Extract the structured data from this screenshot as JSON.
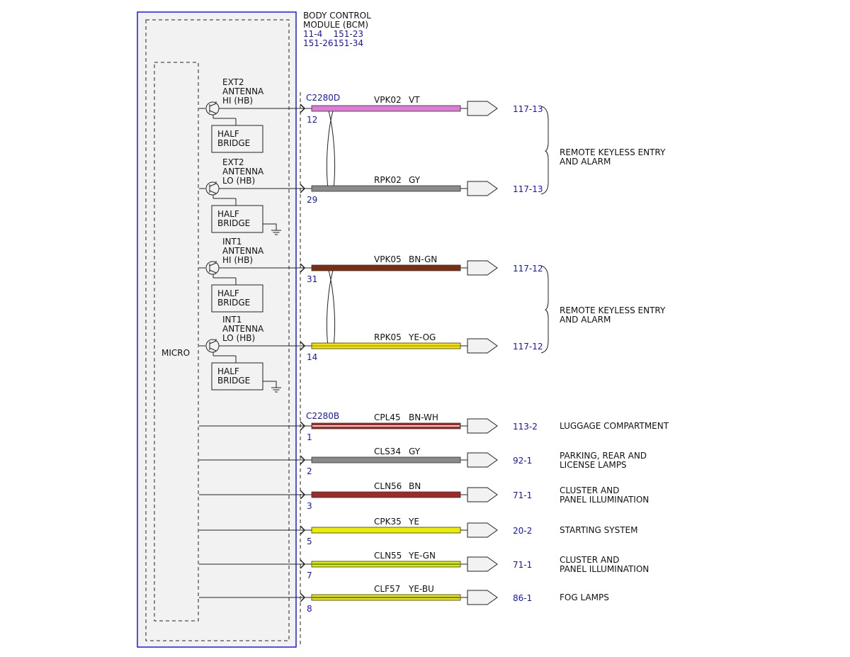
{
  "module": {
    "title_line1": "BODY CONTROL",
    "title_line2": "MODULE (BCM)",
    "refs_line1": "11-4    151-23",
    "refs_line2": "151-26151-34",
    "micro_label": "MICRO"
  },
  "drivers": [
    {
      "l1": "EXT2",
      "l2": "ANTENNA",
      "l3": "HI (HB)",
      "box1": "HALF",
      "box2": "BRIDGE"
    },
    {
      "l1": "EXT2",
      "l2": "ANTENNA",
      "l3": "LO (HB)",
      "box1": "HALF",
      "box2": "BRIDGE"
    },
    {
      "l1": "INT1",
      "l2": "ANTENNA",
      "l3": "HI (HB)",
      "box1": "HALF",
      "box2": "BRIDGE"
    },
    {
      "l1": "INT1",
      "l2": "ANTENNA",
      "l3": "LO (HB)",
      "box1": "HALF",
      "box2": "BRIDGE"
    }
  ],
  "connectors": [
    {
      "name": "C2280D"
    },
    {
      "name": "C2280B"
    }
  ],
  "circuits": [
    {
      "pin": "12",
      "circuit": "VPK02",
      "color_code": "VT",
      "ref": "117-13",
      "dest1": "",
      "dest2": "",
      "wire_color": "#e07ad6",
      "stripe_color": "#e07ad6"
    },
    {
      "pin": "29",
      "circuit": "RPK02",
      "color_code": "GY",
      "ref": "117-13",
      "dest1": "",
      "dest2": "",
      "wire_color": "#8a8a8a",
      "stripe_color": "#8a8a8a"
    },
    {
      "pin": "31",
      "circuit": "VPK05",
      "color_code": "BN-GN",
      "ref": "117-12",
      "dest1": "",
      "dest2": "",
      "wire_color": "#7a2e14",
      "stripe_color": "#7a2e14"
    },
    {
      "pin": "14",
      "circuit": "RPK05",
      "color_code": "YE-OG",
      "ref": "117-12",
      "dest1": "",
      "dest2": "",
      "wire_color": "#e8e800",
      "stripe_color": "#d88a2a"
    },
    {
      "pin": "1",
      "circuit": "CPL45",
      "color_code": "BN-WH",
      "ref": "113-2",
      "dest1": "LUGGAGE COMPARTMENT",
      "dest2": "",
      "wire_color": "#a02a2a",
      "stripe_color": "#ffffff"
    },
    {
      "pin": "2",
      "circuit": "CLS34",
      "color_code": "GY",
      "ref": "92-1",
      "dest1": "PARKING, REAR AND",
      "dest2": "LICENSE LAMPS",
      "wire_color": "#8a8a8a",
      "stripe_color": "#8a8a8a"
    },
    {
      "pin": "3",
      "circuit": "CLN56",
      "color_code": "BN",
      "ref": "71-1",
      "dest1": "CLUSTER AND",
      "dest2": "PANEL ILLUMINATION",
      "wire_color": "#a02a2a",
      "stripe_color": "#a02a2a"
    },
    {
      "pin": "5",
      "circuit": "CPK35",
      "color_code": "YE",
      "ref": "20-2",
      "dest1": "STARTING SYSTEM",
      "dest2": "",
      "wire_color": "#ecec00",
      "stripe_color": "#ecec00"
    },
    {
      "pin": "7",
      "circuit": "CLN55",
      "color_code": "YE-GN",
      "ref": "71-1",
      "dest1": "CLUSTER AND",
      "dest2": "PANEL ILLUMINATION",
      "wire_color": "#e8e800",
      "stripe_color": "#2e8a2e"
    },
    {
      "pin": "8",
      "circuit": "CLF57",
      "color_code": "YE-BU",
      "ref": "86-1",
      "dest1": "FOG LAMPS",
      "dest2": "",
      "wire_color": "#e8e800",
      "stripe_color": "#555555"
    }
  ],
  "groups": [
    {
      "l1": "REMOTE KEYLESS ENTRY",
      "l2": "AND ALARM"
    },
    {
      "l1": "REMOTE KEYLESS ENTRY",
      "l2": "AND ALARM"
    }
  ]
}
